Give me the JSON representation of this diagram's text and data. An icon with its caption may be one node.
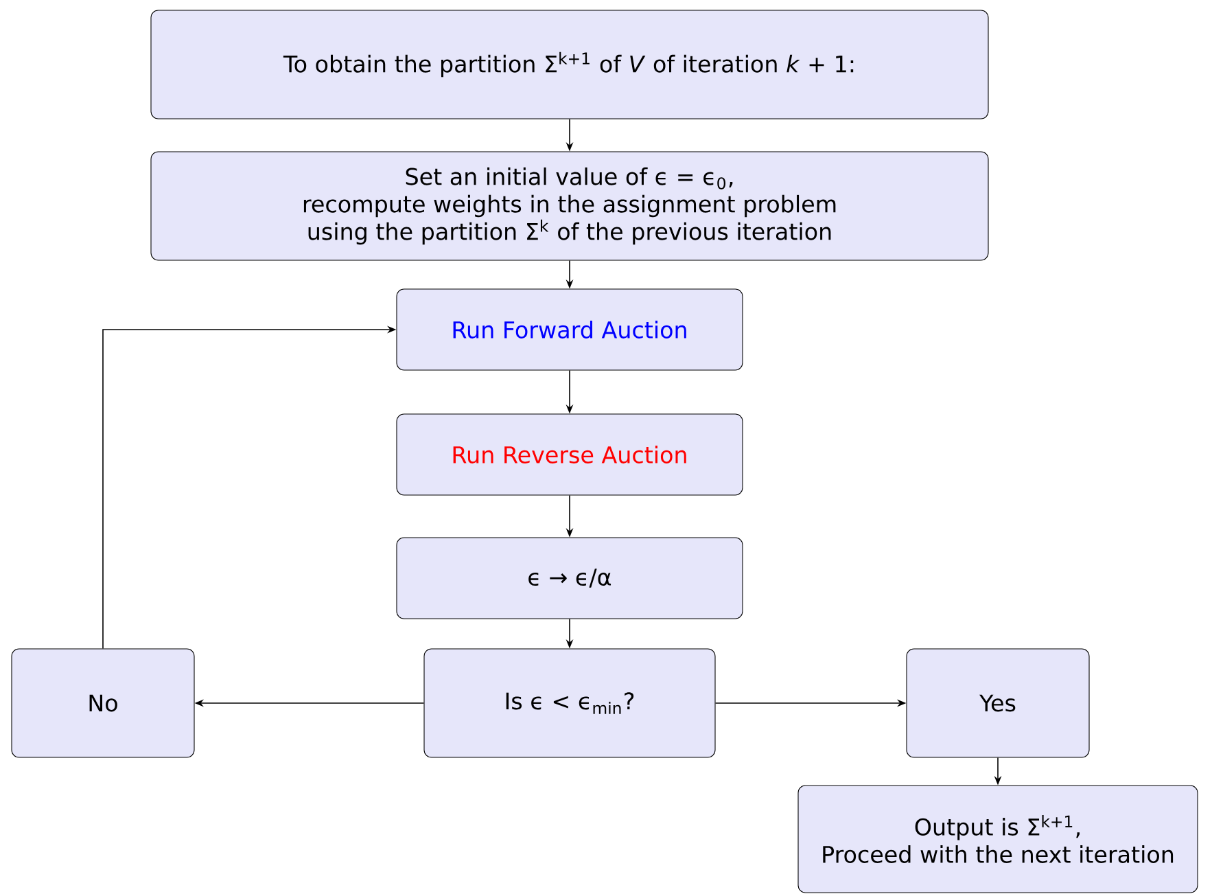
{
  "diagram": {
    "nodes": [
      {
        "text": [
          "To obtain the partition Σ$^{k+1}$ of *V* of iteration *k* + 1:"
        ]
      },
      {
        "text": [
          "Set an initial value of ϵ = ϵ$_{0}$,",
          "recompute weights in the assignment problem",
          "using the partition Σ$^{k}$ of the previous iteration"
        ]
      },
      {
        "text": [
          "Run Forward Auction"
        ]
      },
      {
        "text": [
          "Run Reverse Auction"
        ]
      },
      {
        "text": [
          "ϵ → ϵ/α"
        ]
      },
      {
        "text": [
          "Is ϵ < ϵ$_{min}$?"
        ]
      },
      {
        "text": [
          "No"
        ]
      },
      {
        "text": [
          "Yes"
        ]
      },
      {
        "text": [
          "Output is Σ$^{k+1}$,",
          "Proceed with the next iteration"
        ]
      }
    ],
    "edges": [
      {
        "from": 0,
        "to": 1,
        "arrow": "to"
      },
      {
        "from": 1,
        "to": 2,
        "arrow": "to"
      },
      {
        "from": 2,
        "to": 3,
        "arrow": "to"
      },
      {
        "from": 3,
        "to": 4,
        "arrow": "to"
      },
      {
        "from": 4,
        "to": 5,
        "arrow": "to"
      },
      {
        "from": 5,
        "to": 6,
        "arrow": "to"
      },
      {
        "from": 5,
        "to": 7,
        "arrow": "to"
      },
      {
        "from": 7,
        "to": 8,
        "arrow": "to"
      },
      {
        "from": 6,
        "to": 2,
        "arrow": "to"
      }
    ]
  }
}
